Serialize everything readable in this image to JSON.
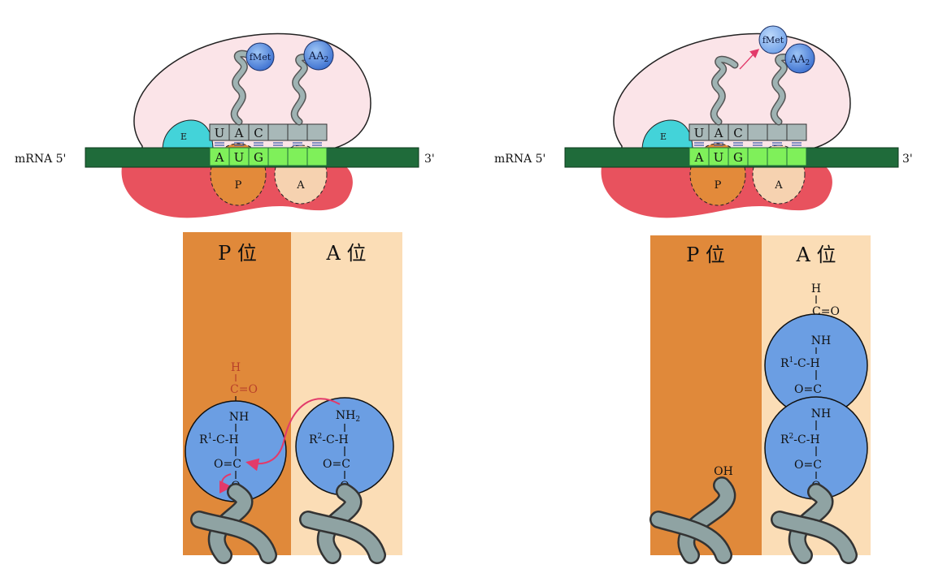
{
  "colors": {
    "ribosome_small": "#e8525e",
    "ribosome_large": "#fbe4e8",
    "mrna": "#1f6b3a",
    "codon_active": "#7ff05a",
    "anticodon": "#a8b8b8",
    "trna": "#8fa3a3",
    "p_site_oval": "#e38a3a",
    "a_site_oval": "#f6d2b0",
    "e_site": "#43d3d9",
    "aa_ball": "#6b9ee3",
    "aa_ball_dark": "#2f5fc2",
    "p_column": "#e0893a",
    "a_column": "#fbddb6",
    "arrow": "#e23a6a",
    "formyl": "#b8402a"
  },
  "left_panel": {
    "mrna_5": "mRNA 5'",
    "mrna_3": "3'",
    "e_site": "E",
    "p_site": "P",
    "a_site": "A",
    "anticodon": [
      "U",
      "A",
      "C"
    ],
    "codon": [
      "A",
      "U",
      "G"
    ],
    "trna1_aa": "fMet",
    "trna2_aa": "AA",
    "trna2_sub": "2"
  },
  "right_panel": {
    "mrna_5": "mRNA 5'",
    "mrna_3": "3'",
    "e_site": "E",
    "p_site": "P",
    "a_site": "A",
    "anticodon": [
      "U",
      "A",
      "C"
    ],
    "codon": [
      "A",
      "U",
      "G"
    ],
    "released_aa": "fMet",
    "trna2_aa": "AA",
    "trna2_sub": "2"
  },
  "left_chem": {
    "p_header": "P 位",
    "a_header": "A 位",
    "h": "H",
    "c_eq_o": "C=O",
    "nh": "NH",
    "r1": "R",
    "r1_sup": "1",
    "c_h": "-C-H",
    "o_eq_c": "O=C",
    "o": "O",
    "nh2": "NH",
    "nh2_sub": "2",
    "r2": "R",
    "r2_sup": "2",
    "c_h2": "-C-H",
    "o_eq_c2": "O=C",
    "o2": "O"
  },
  "right_chem": {
    "p_header": "P 位",
    "a_header": "A 位",
    "oh": "OH",
    "h": "H",
    "c_eq_o": "C=O",
    "nh": "NH",
    "r1": "R",
    "r1_sup": "1",
    "c_h": "-C-H",
    "o_eq_c": "O=C",
    "nh2": "NH",
    "r2": "R",
    "r2_sup": "2",
    "c_h2": "-C-H",
    "o_eq_c2": "O=C",
    "o": "O"
  }
}
